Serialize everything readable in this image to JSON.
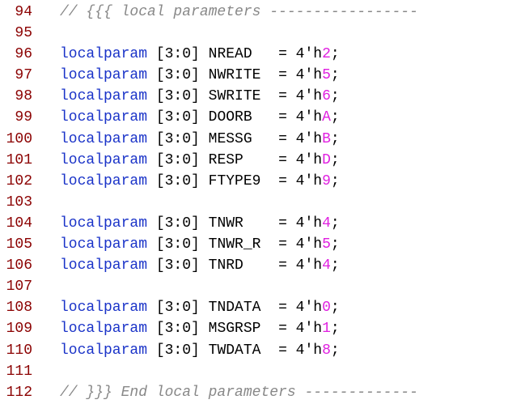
{
  "colors": {
    "line_number": "#8b0000",
    "keyword": "#1a33c8",
    "comment": "#888888",
    "hex_digit": "#e020e0",
    "text": "#000000"
  },
  "lines": [
    {
      "num": "94",
      "type": "comment",
      "text": "// {{{ local parameters -----------------"
    },
    {
      "num": "95",
      "type": "blank"
    },
    {
      "num": "96",
      "type": "param",
      "kw": "localparam",
      "range": " [3:0] ",
      "name": "NREAD  ",
      "eq": " = 4'h",
      "val": "2",
      "end": ";"
    },
    {
      "num": "97",
      "type": "param",
      "kw": "localparam",
      "range": " [3:0] ",
      "name": "NWRITE ",
      "eq": " = 4'h",
      "val": "5",
      "end": ";"
    },
    {
      "num": "98",
      "type": "param",
      "kw": "localparam",
      "range": " [3:0] ",
      "name": "SWRITE ",
      "eq": " = 4'h",
      "val": "6",
      "end": ";"
    },
    {
      "num": "99",
      "type": "param",
      "kw": "localparam",
      "range": " [3:0] ",
      "name": "DOORB  ",
      "eq": " = 4'h",
      "val": "A",
      "end": ";"
    },
    {
      "num": "100",
      "type": "param",
      "kw": "localparam",
      "range": " [3:0] ",
      "name": "MESSG  ",
      "eq": " = 4'h",
      "val": "B",
      "end": ";"
    },
    {
      "num": "101",
      "type": "param",
      "kw": "localparam",
      "range": " [3:0] ",
      "name": "RESP   ",
      "eq": " = 4'h",
      "val": "D",
      "end": ";"
    },
    {
      "num": "102",
      "type": "param",
      "kw": "localparam",
      "range": " [3:0] ",
      "name": "FTYPE9 ",
      "eq": " = 4'h",
      "val": "9",
      "end": ";"
    },
    {
      "num": "103",
      "type": "blank"
    },
    {
      "num": "104",
      "type": "param",
      "kw": "localparam",
      "range": " [3:0] ",
      "name": "TNWR   ",
      "eq": " = 4'h",
      "val": "4",
      "end": ";"
    },
    {
      "num": "105",
      "type": "param",
      "kw": "localparam",
      "range": " [3:0] ",
      "name": "TNWR_R ",
      "eq": " = 4'h",
      "val": "5",
      "end": ";"
    },
    {
      "num": "106",
      "type": "param",
      "kw": "localparam",
      "range": " [3:0] ",
      "name": "TNRD   ",
      "eq": " = 4'h",
      "val": "4",
      "end": ";"
    },
    {
      "num": "107",
      "type": "blank"
    },
    {
      "num": "108",
      "type": "param",
      "kw": "localparam",
      "range": " [3:0] ",
      "name": "TNDATA ",
      "eq": " = 4'h",
      "val": "0",
      "end": ";"
    },
    {
      "num": "109",
      "type": "param",
      "kw": "localparam",
      "range": " [3:0] ",
      "name": "MSGRSP ",
      "eq": " = 4'h",
      "val": "1",
      "end": ";"
    },
    {
      "num": "110",
      "type": "param",
      "kw": "localparam",
      "range": " [3:0] ",
      "name": "TWDATA ",
      "eq": " = 4'h",
      "val": "8",
      "end": ";"
    },
    {
      "num": "111",
      "type": "blank"
    },
    {
      "num": "112",
      "type": "comment",
      "text": "// }}} End local parameters -------------"
    }
  ]
}
